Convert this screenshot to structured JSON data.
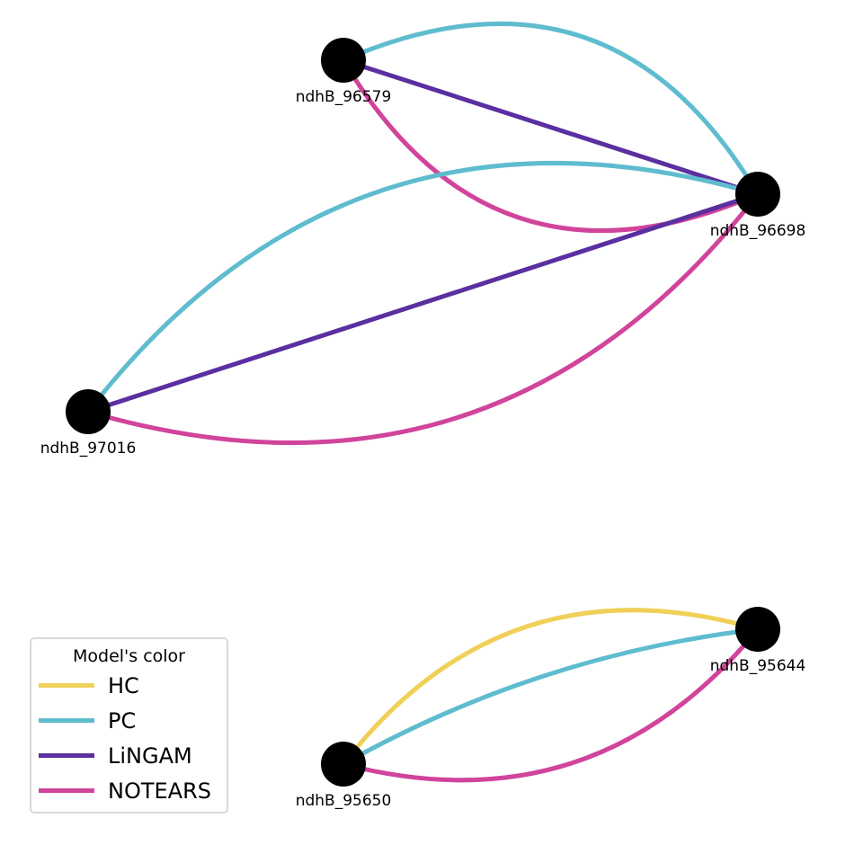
{
  "legend": {
    "title": "Model's color",
    "items": [
      {
        "key": "HC",
        "label": "HC",
        "color": "#f0d058"
      },
      {
        "key": "PC",
        "label": "PC",
        "color": "#5fbccf"
      },
      {
        "key": "LiNGAM",
        "label": "LiNGAM",
        "color": "#5a2fa0"
      },
      {
        "key": "NOTEARS",
        "label": "NOTEARS",
        "color": "#d1449c"
      }
    ]
  },
  "nodes": [
    {
      "id": "ndhB_96579",
      "label": "ndhB_96579"
    },
    {
      "id": "ndhB_96698",
      "label": "ndhB_96698"
    },
    {
      "id": "ndhB_97016",
      "label": "ndhB_97016"
    },
    {
      "id": "ndhB_95644",
      "label": "ndhB_95644"
    },
    {
      "id": "ndhB_95650",
      "label": "ndhB_95650"
    }
  ],
  "edges": [
    {
      "source": "ndhB_96579",
      "target": "ndhB_96698",
      "model": "NOTEARS"
    },
    {
      "source": "ndhB_96579",
      "target": "ndhB_96698",
      "model": "LiNGAM"
    },
    {
      "source": "ndhB_96579",
      "target": "ndhB_96698",
      "model": "PC"
    },
    {
      "source": "ndhB_97016",
      "target": "ndhB_96698",
      "model": "PC"
    },
    {
      "source": "ndhB_97016",
      "target": "ndhB_96698",
      "model": "LiNGAM"
    },
    {
      "source": "ndhB_97016",
      "target": "ndhB_96698",
      "model": "NOTEARS"
    },
    {
      "source": "ndhB_95650",
      "target": "ndhB_95644",
      "model": "HC"
    },
    {
      "source": "ndhB_95650",
      "target": "ndhB_95644",
      "model": "PC"
    },
    {
      "source": "ndhB_95650",
      "target": "ndhB_95644",
      "model": "NOTEARS"
    }
  ]
}
